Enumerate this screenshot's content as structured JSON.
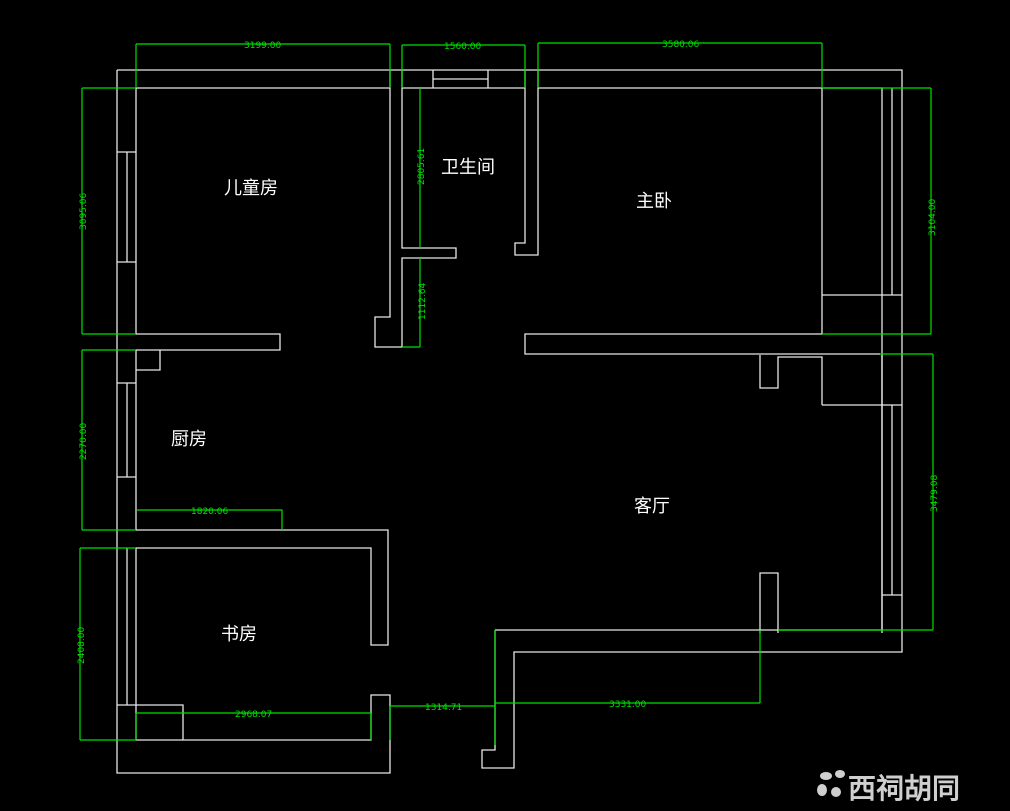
{
  "rooms": {
    "kids_room": "儿童房",
    "bathroom": "卫生间",
    "master_bedroom": "主卧",
    "kitchen": "厨房",
    "living_room": "客厅",
    "study": "书房"
  },
  "dimensions": {
    "kids_width": "3199.00",
    "bath_width": "1560.00",
    "master_width": "3580.06",
    "kids_depth": "3095.06",
    "bath_depth_upper": "2805.61",
    "bath_depth_lower": "1112.64",
    "master_depth": "3104.00",
    "kitchen_depth": "2270.00",
    "kitchen_width": "1820.06",
    "living_depth": "3479.08",
    "study_depth": "2408.00",
    "study_width": "2968.07",
    "entry_width": "1314.71",
    "living_bottom_width": "3331.00"
  },
  "logo": {
    "text": "西祠胡同"
  },
  "colors": {
    "wall": "#e6e6e6",
    "dimension": "#00e000",
    "background": "#000000"
  }
}
